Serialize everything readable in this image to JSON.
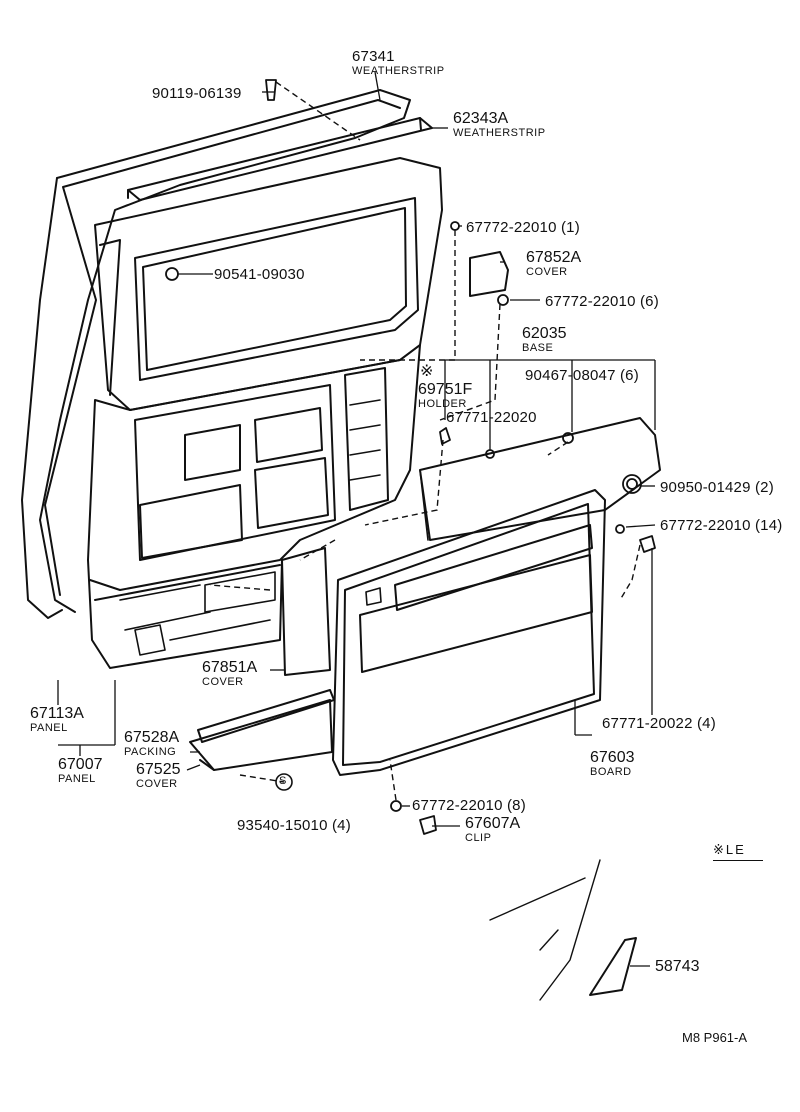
{
  "diagram": {
    "callouts": [
      {
        "id": "c1",
        "part_no": "67341",
        "name": "WEATHERSTRIP"
      },
      {
        "id": "c2",
        "part_no": "90119-06139",
        "name": ""
      },
      {
        "id": "c3",
        "part_no": "62343A",
        "name": "WEATHERSTRIP"
      },
      {
        "id": "c4",
        "part_no": "67772-22010 (1)",
        "name": ""
      },
      {
        "id": "c5",
        "part_no": "67852A",
        "name": "COVER"
      },
      {
        "id": "c6",
        "part_no": "90541-09030",
        "name": ""
      },
      {
        "id": "c7",
        "part_no": "67772-22010 (6)",
        "name": ""
      },
      {
        "id": "c8",
        "part_no": "62035",
        "name": "BASE"
      },
      {
        "id": "c9",
        "part_no": "90467-08047 (6)",
        "name": ""
      },
      {
        "id": "c10",
        "part_no": "69751F",
        "name": "HOLDER",
        "marker": "※"
      },
      {
        "id": "c11",
        "part_no": "67771-22020",
        "name": ""
      },
      {
        "id": "c12",
        "part_no": "90950-01429 (2)",
        "name": ""
      },
      {
        "id": "c13",
        "part_no": "67772-22010 (14)",
        "name": ""
      },
      {
        "id": "c14",
        "part_no": "67851A",
        "name": "COVER"
      },
      {
        "id": "c15",
        "part_no": "67113A",
        "name": "PANEL"
      },
      {
        "id": "c16",
        "part_no": "67528A",
        "name": "PACKING"
      },
      {
        "id": "c17",
        "part_no": "67007",
        "name": "PANEL"
      },
      {
        "id": "c18",
        "part_no": "67525",
        "name": "COVER"
      },
      {
        "id": "c19",
        "part_no": "67771-20022 (4)",
        "name": ""
      },
      {
        "id": "c20",
        "part_no": "67603",
        "name": "BOARD"
      },
      {
        "id": "c21",
        "part_no": "93540-15010 (4)",
        "name": ""
      },
      {
        "id": "c22",
        "part_no": "67772-22010 (8)",
        "name": ""
      },
      {
        "id": "c23",
        "part_no": "67607A",
        "name": "CLIP"
      },
      {
        "id": "c24",
        "part_no": "58743",
        "name": ""
      }
    ],
    "note_marker": "※LE",
    "s_symbol": "S",
    "footer_code": "M8  P961-A"
  }
}
